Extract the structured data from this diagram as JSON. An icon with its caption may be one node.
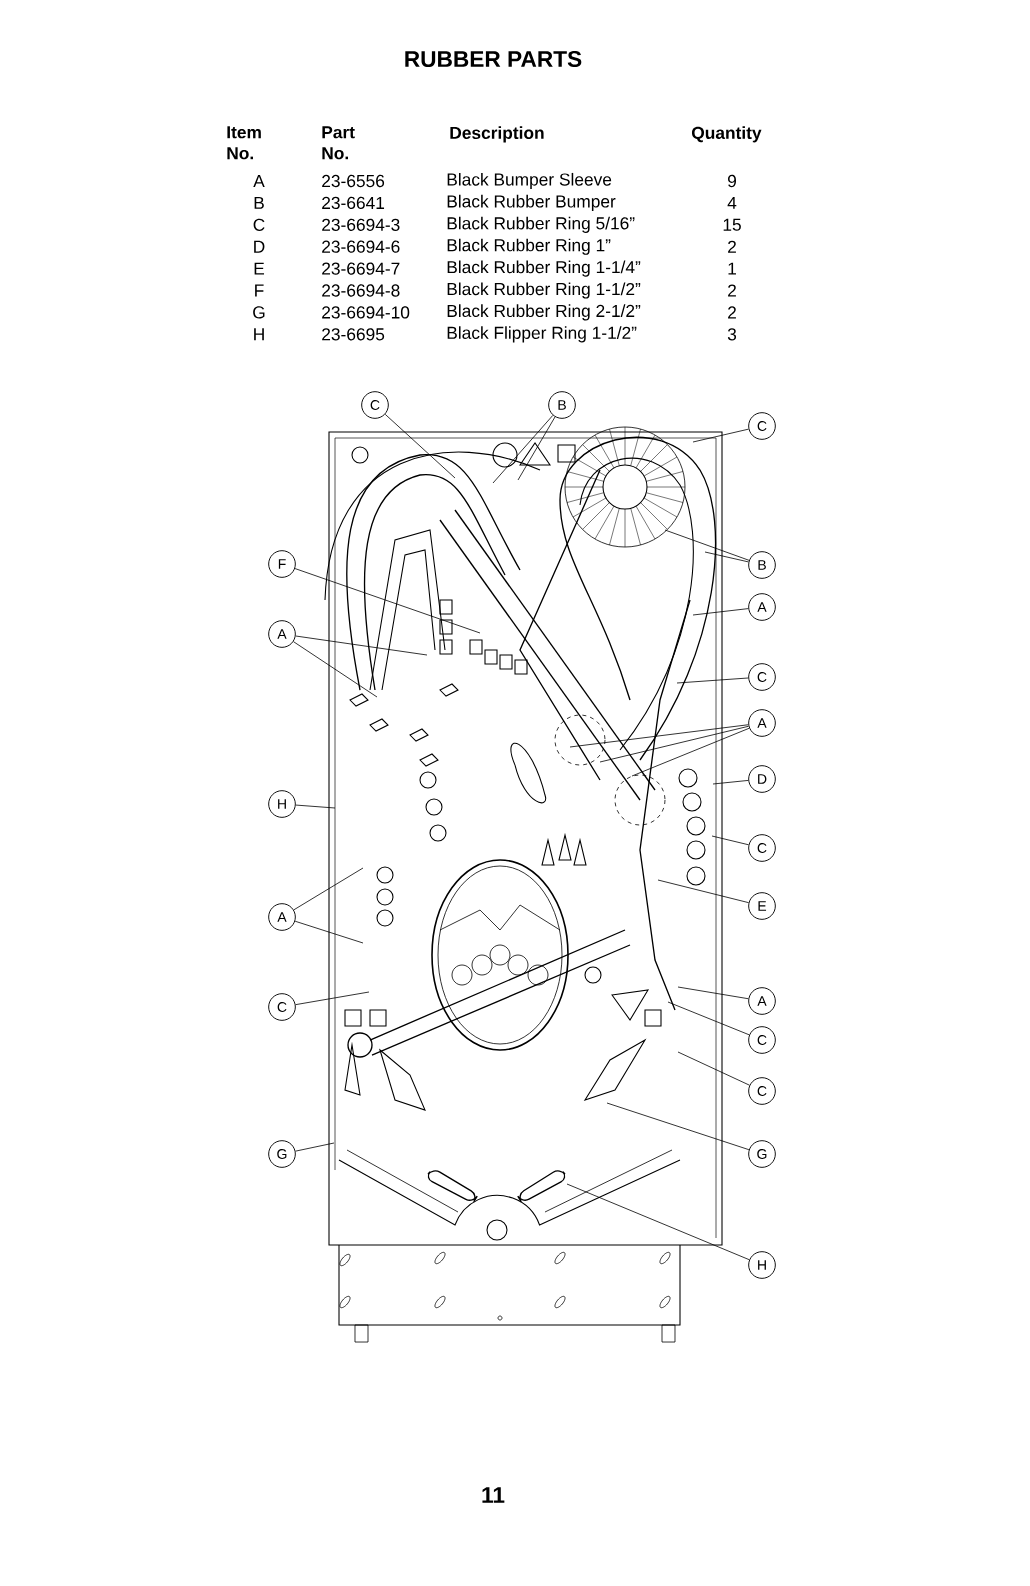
{
  "diagram": {
    "title": "RUBBER PARTS",
    "nodes": [
      {
        "text": [
          "C"
        ]
      },
      {
        "text": [
          "B"
        ]
      },
      {
        "text": [
          "C"
        ]
      },
      {
        "text": [
          "F"
        ]
      },
      {
        "text": [
          "B"
        ]
      },
      {
        "text": [
          "A"
        ]
      },
      {
        "text": [
          "A"
        ]
      },
      {
        "text": [
          "C"
        ]
      },
      {
        "text": [
          "A"
        ]
      },
      {
        "text": [
          "D"
        ]
      },
      {
        "text": [
          "H"
        ]
      },
      {
        "text": [
          "C"
        ]
      },
      {
        "text": [
          "E"
        ]
      },
      {
        "text": [
          "A"
        ]
      },
      {
        "text": [
          "A"
        ]
      },
      {
        "text": [
          "C"
        ]
      },
      {
        "text": [
          "C"
        ]
      },
      {
        "text": [
          "C"
        ]
      },
      {
        "text": [
          "G"
        ]
      },
      {
        "text": [
          "G"
        ]
      },
      {
        "text": [
          "H"
        ]
      }
    ],
    "edges": [
      {
        "from": 0,
        "to": null,
        "arrow": "none"
      },
      {
        "from": 1,
        "to": null,
        "arrow": "none"
      },
      {
        "from": 1,
        "to": null,
        "arrow": "none"
      },
      {
        "from": 2,
        "to": null,
        "arrow": "none"
      },
      {
        "from": 3,
        "to": null,
        "arrow": "none"
      },
      {
        "from": 4,
        "to": null,
        "arrow": "none"
      },
      {
        "from": 4,
        "to": null,
        "arrow": "none"
      },
      {
        "from": 5,
        "to": null,
        "arrow": "none"
      },
      {
        "from": 5,
        "to": null,
        "arrow": "none"
      },
      {
        "from": 6,
        "to": null,
        "arrow": "none"
      },
      {
        "from": 7,
        "to": null,
        "arrow": "none"
      },
      {
        "from": 8,
        "to": null,
        "arrow": "none"
      },
      {
        "from": 8,
        "to": null,
        "arrow": "none"
      },
      {
        "from": 8,
        "to": null,
        "arrow": "none"
      },
      {
        "from": 9,
        "to": null,
        "arrow": "none"
      },
      {
        "from": 10,
        "to": null,
        "arrow": "none"
      },
      {
        "from": 11,
        "to": null,
        "arrow": "none"
      },
      {
        "from": 12,
        "to": null,
        "arrow": "none"
      },
      {
        "from": 13,
        "to": null,
        "arrow": "none"
      },
      {
        "from": 13,
        "to": null,
        "arrow": "none"
      },
      {
        "from": 14,
        "to": null,
        "arrow": "none"
      },
      {
        "from": 15,
        "to": null,
        "arrow": "none"
      },
      {
        "from": 16,
        "to": null,
        "arrow": "none"
      },
      {
        "from": 17,
        "to": null,
        "arrow": "none"
      },
      {
        "from": 18,
        "to": null,
        "arrow": "none"
      },
      {
        "from": 19,
        "to": null,
        "arrow": "none"
      },
      {
        "from": 20,
        "to": null,
        "arrow": "none"
      }
    ],
    "labels": [
      "Item No.",
      "Part No.",
      "Description",
      "Quantity",
      "A",
      "23-6556",
      "Black Bumper Sleeve",
      "9",
      "B",
      "23-6641",
      "Black Rubber Bumper",
      "4",
      "C",
      "23-6694-3",
      "Black Rubber Ring 5/16”",
      "15",
      "D",
      "23-6694-6",
      "Black Rubber Ring 1”",
      "2",
      "E",
      "23-6694-7",
      "Black Rubber Ring 1-1/4”",
      "1",
      "F",
      "23-6694-8",
      "Black Rubber Ring 1-1/2”",
      "2",
      "G",
      "23-6694-10",
      "Black Rubber Ring 2-1/2”",
      "2",
      "H",
      "23-6695",
      "Black Flipper Ring 1-1/2”",
      "3",
      "11"
    ]
  }
}
